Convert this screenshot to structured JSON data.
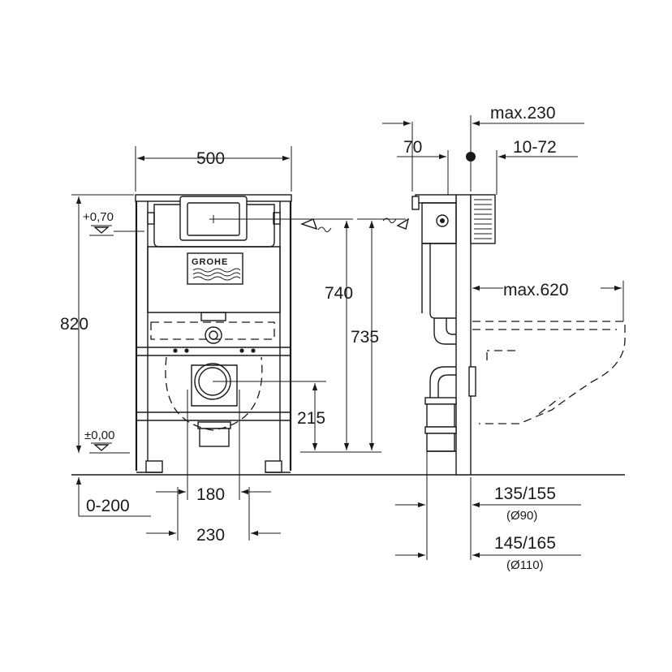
{
  "brand": "GROHE",
  "front_view": {
    "width_dim": "500",
    "height_dim": "820",
    "level_top": "+0,70",
    "level_zero": "±0,00",
    "dim_740": "740",
    "dim_735": "735",
    "dim_215": "215",
    "dim_0_200": "0-200",
    "dim_180": "180",
    "dim_230": "230"
  },
  "side_view": {
    "max_230": "max.230",
    "dim_70": "70",
    "dim_10_72": "10-72",
    "max_620": "max.620",
    "dim_135_155": "135/155",
    "dia_90": "(Ø90)",
    "dim_145_165": "145/165",
    "dia_110": "(Ø110)"
  }
}
